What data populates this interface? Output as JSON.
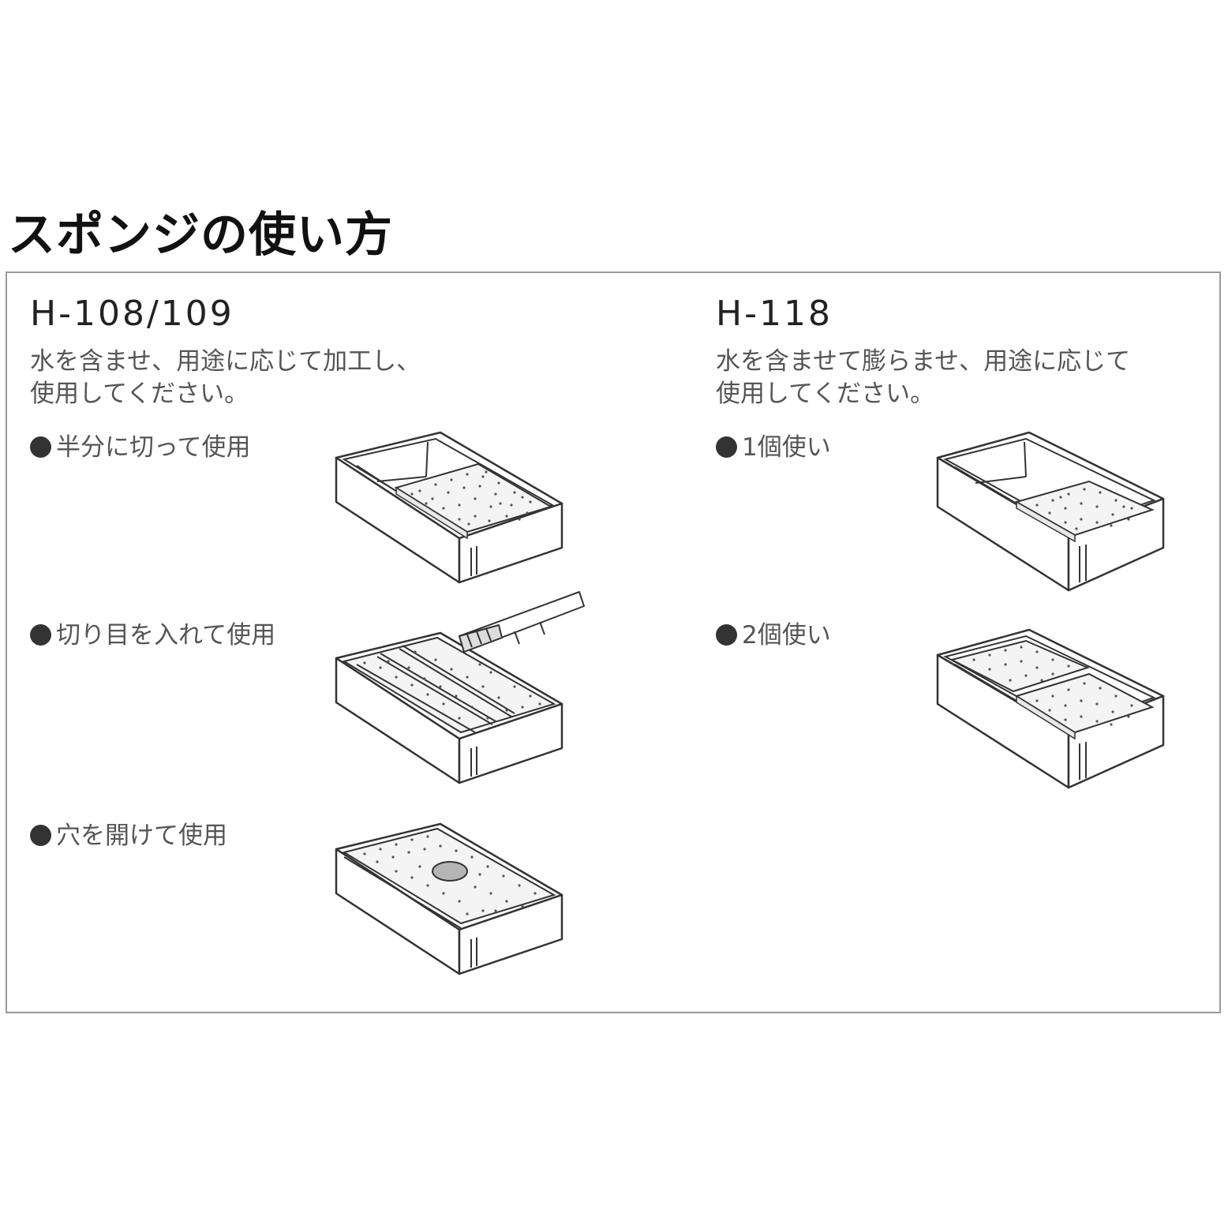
{
  "page_title": "スポンジの使い方",
  "left": {
    "model": "H-108/109",
    "desc_lines": [
      "水を含ませ、用途に応じて加工し、",
      "使用してください。"
    ],
    "items": [
      "半分に切って使用",
      "切り目を入れて使用",
      "穴を開けて使用"
    ]
  },
  "right": {
    "model": "H-118",
    "desc_lines": [
      "水を含ませて膨らませ、用途に応じて",
      "使用してください。"
    ],
    "items": [
      "1個使い",
      "2個使い"
    ]
  },
  "colors": {
    "line": "#333333",
    "border": "#9a9a9a",
    "text": "#555555",
    "hole": "#b5b5b5"
  }
}
